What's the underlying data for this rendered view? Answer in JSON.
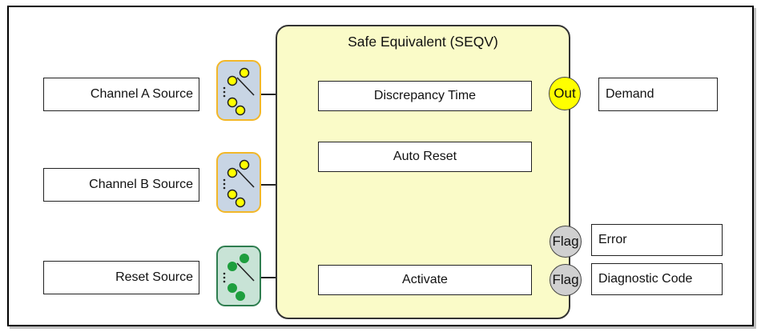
{
  "diagram": {
    "block_title": "Safe Equivalent (SEQV)",
    "inputs": [
      {
        "label": "Channel A Source",
        "switch_style": "yellow"
      },
      {
        "label": "Channel B Source",
        "switch_style": "yellow"
      },
      {
        "label": "Reset Source",
        "switch_style": "green"
      }
    ],
    "parameters": [
      "Discrepancy Time",
      "Auto Reset",
      "Activate"
    ],
    "outputs": [
      {
        "pin": "Out",
        "label": "Demand"
      },
      {
        "pin": "Flag",
        "label": "Error"
      },
      {
        "pin": "Flag",
        "label": "Diagnostic Code"
      }
    ],
    "colors": {
      "block_fill": "#fafbc8",
      "yellow_switch_border": "#f2b728",
      "yellow_switch_fill": "#c8d5e4",
      "yellow_contact": "#ffff00",
      "green_switch_border": "#2e7d4f",
      "green_switch_fill": "#c8e3d6",
      "green_contact": "#1e9e3e",
      "out_pin": "#ffff00",
      "flag_pin": "#d0d0d0"
    }
  }
}
